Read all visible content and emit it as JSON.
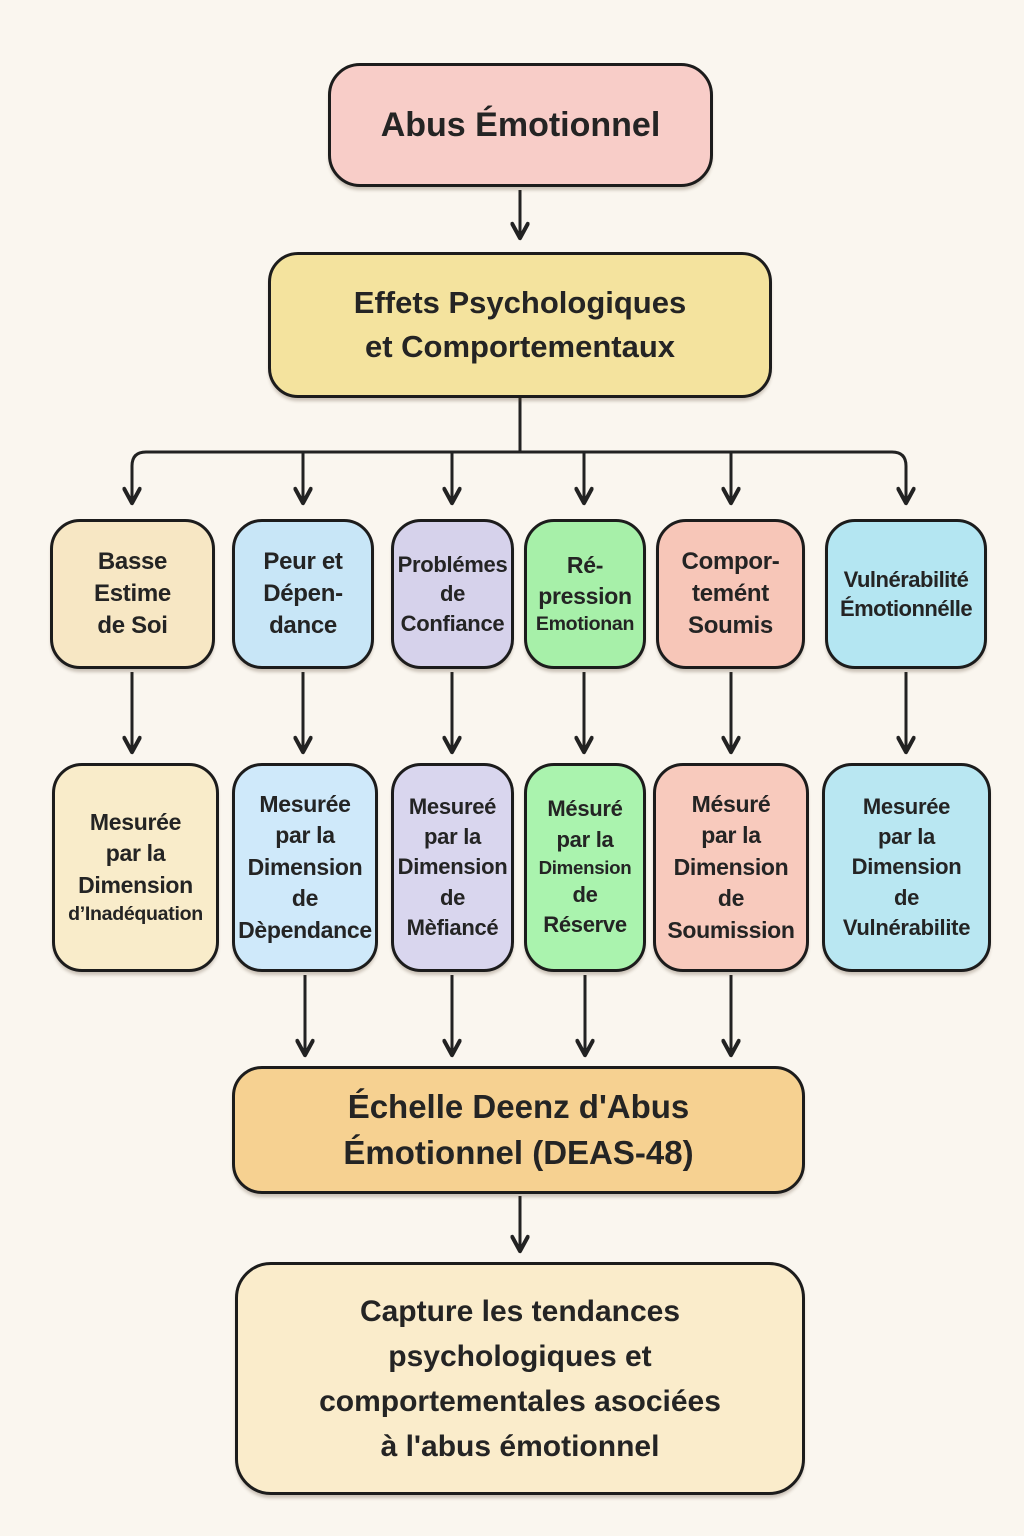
{
  "palette": {
    "background": "#faf6ef",
    "border": "#1c1c1c",
    "arrow": "#222222",
    "root_pink": "#f8cdc8",
    "effects_yellow": "#f4e39e",
    "cream": "#f7e7c4",
    "blue": "#c8e6f7",
    "purple": "#d6d2eb",
    "green": "#a7f0a9",
    "salmon": "#f7c6b8",
    "cyan": "#b4e6f2",
    "scale_orange": "#f6d191",
    "capture_cream": "#faeccb"
  },
  "root": {
    "label": "Abus Émotionnel"
  },
  "effects": {
    "lines": [
      "Effets Psychologiques",
      "et Comportementaux"
    ]
  },
  "outcomes": [
    {
      "lines": [
        "Basse",
        "Estime",
        "de Soi"
      ]
    },
    {
      "lines": [
        "Peur et",
        "Dépen-",
        "dance"
      ]
    },
    {
      "lines": [
        "Problémes",
        "de",
        "Confiance"
      ]
    },
    {
      "lines": [
        "Ré-",
        "pression",
        "Emotionan"
      ]
    },
    {
      "lines": [
        "Compor-",
        "temént",
        "Soumis"
      ]
    },
    {
      "lines": [
        "Vulnérabilité",
        "Émotionnélle"
      ]
    }
  ],
  "measures": [
    {
      "lines": [
        "Mesurée",
        "par la",
        "Dimension",
        "d’Inadéquation"
      ]
    },
    {
      "lines": [
        "Mesurée",
        "par la",
        "Dimension",
        "de",
        "Dèpendance"
      ]
    },
    {
      "lines": [
        "Mesureé",
        "par la",
        "Dimension",
        "de",
        "Mèfiancé"
      ]
    },
    {
      "lines": [
        "Mésuré",
        "par la",
        "Dimension",
        "de",
        "Réserve"
      ]
    },
    {
      "lines": [
        "Mésuré",
        "par la",
        "Dimension",
        "de",
        "Soumission"
      ]
    },
    {
      "lines": [
        "Mesurée",
        "par la",
        "Dimension",
        "de",
        "Vulnérabilite"
      ]
    }
  ],
  "scale": {
    "lines": [
      "Échelle Deenz d'Abus",
      "Émotionnel (DEAS-48)"
    ]
  },
  "capture": {
    "lines": [
      "Capture les tendances",
      "psychologiques et",
      "comportementales asociées",
      "à l'abus émotionnel"
    ]
  }
}
